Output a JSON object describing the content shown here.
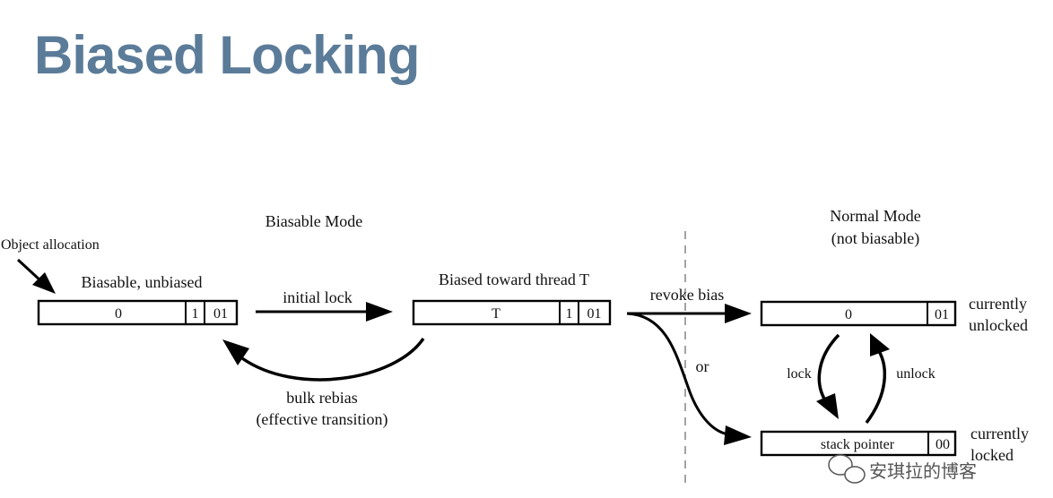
{
  "title": "Biased Locking",
  "biasable_mode": {
    "heading": "Biasable Mode",
    "object_allocation_label": "Object allocation",
    "unbiased": {
      "caption": "Biasable, unbiased",
      "field_main": "0",
      "field_bit": "1",
      "field_tag": "01"
    },
    "biased": {
      "caption": "Biased toward thread T",
      "field_main": "T",
      "field_bit": "1",
      "field_tag": "01"
    },
    "initial_lock_label": "initial lock",
    "bulk_rebias_label": "bulk rebias",
    "bulk_rebias_note": "(effective transition)"
  },
  "normal_mode": {
    "heading_line1": "Normal Mode",
    "heading_line2": "(not biasable)",
    "revoke_bias_label": "revoke bias",
    "or_label": "or",
    "unlocked": {
      "field_main": "0",
      "field_tag": "01",
      "state_line1": "currently",
      "state_line2": "unlocked"
    },
    "locked": {
      "field_main": "stack pointer",
      "field_tag": "00",
      "state_line1": "currently",
      "state_line2": "locked"
    },
    "lock_label": "lock",
    "unlock_label": "unlock"
  },
  "watermark": {
    "text": "安琪拉的博客",
    "icon": "wechat-icon"
  }
}
